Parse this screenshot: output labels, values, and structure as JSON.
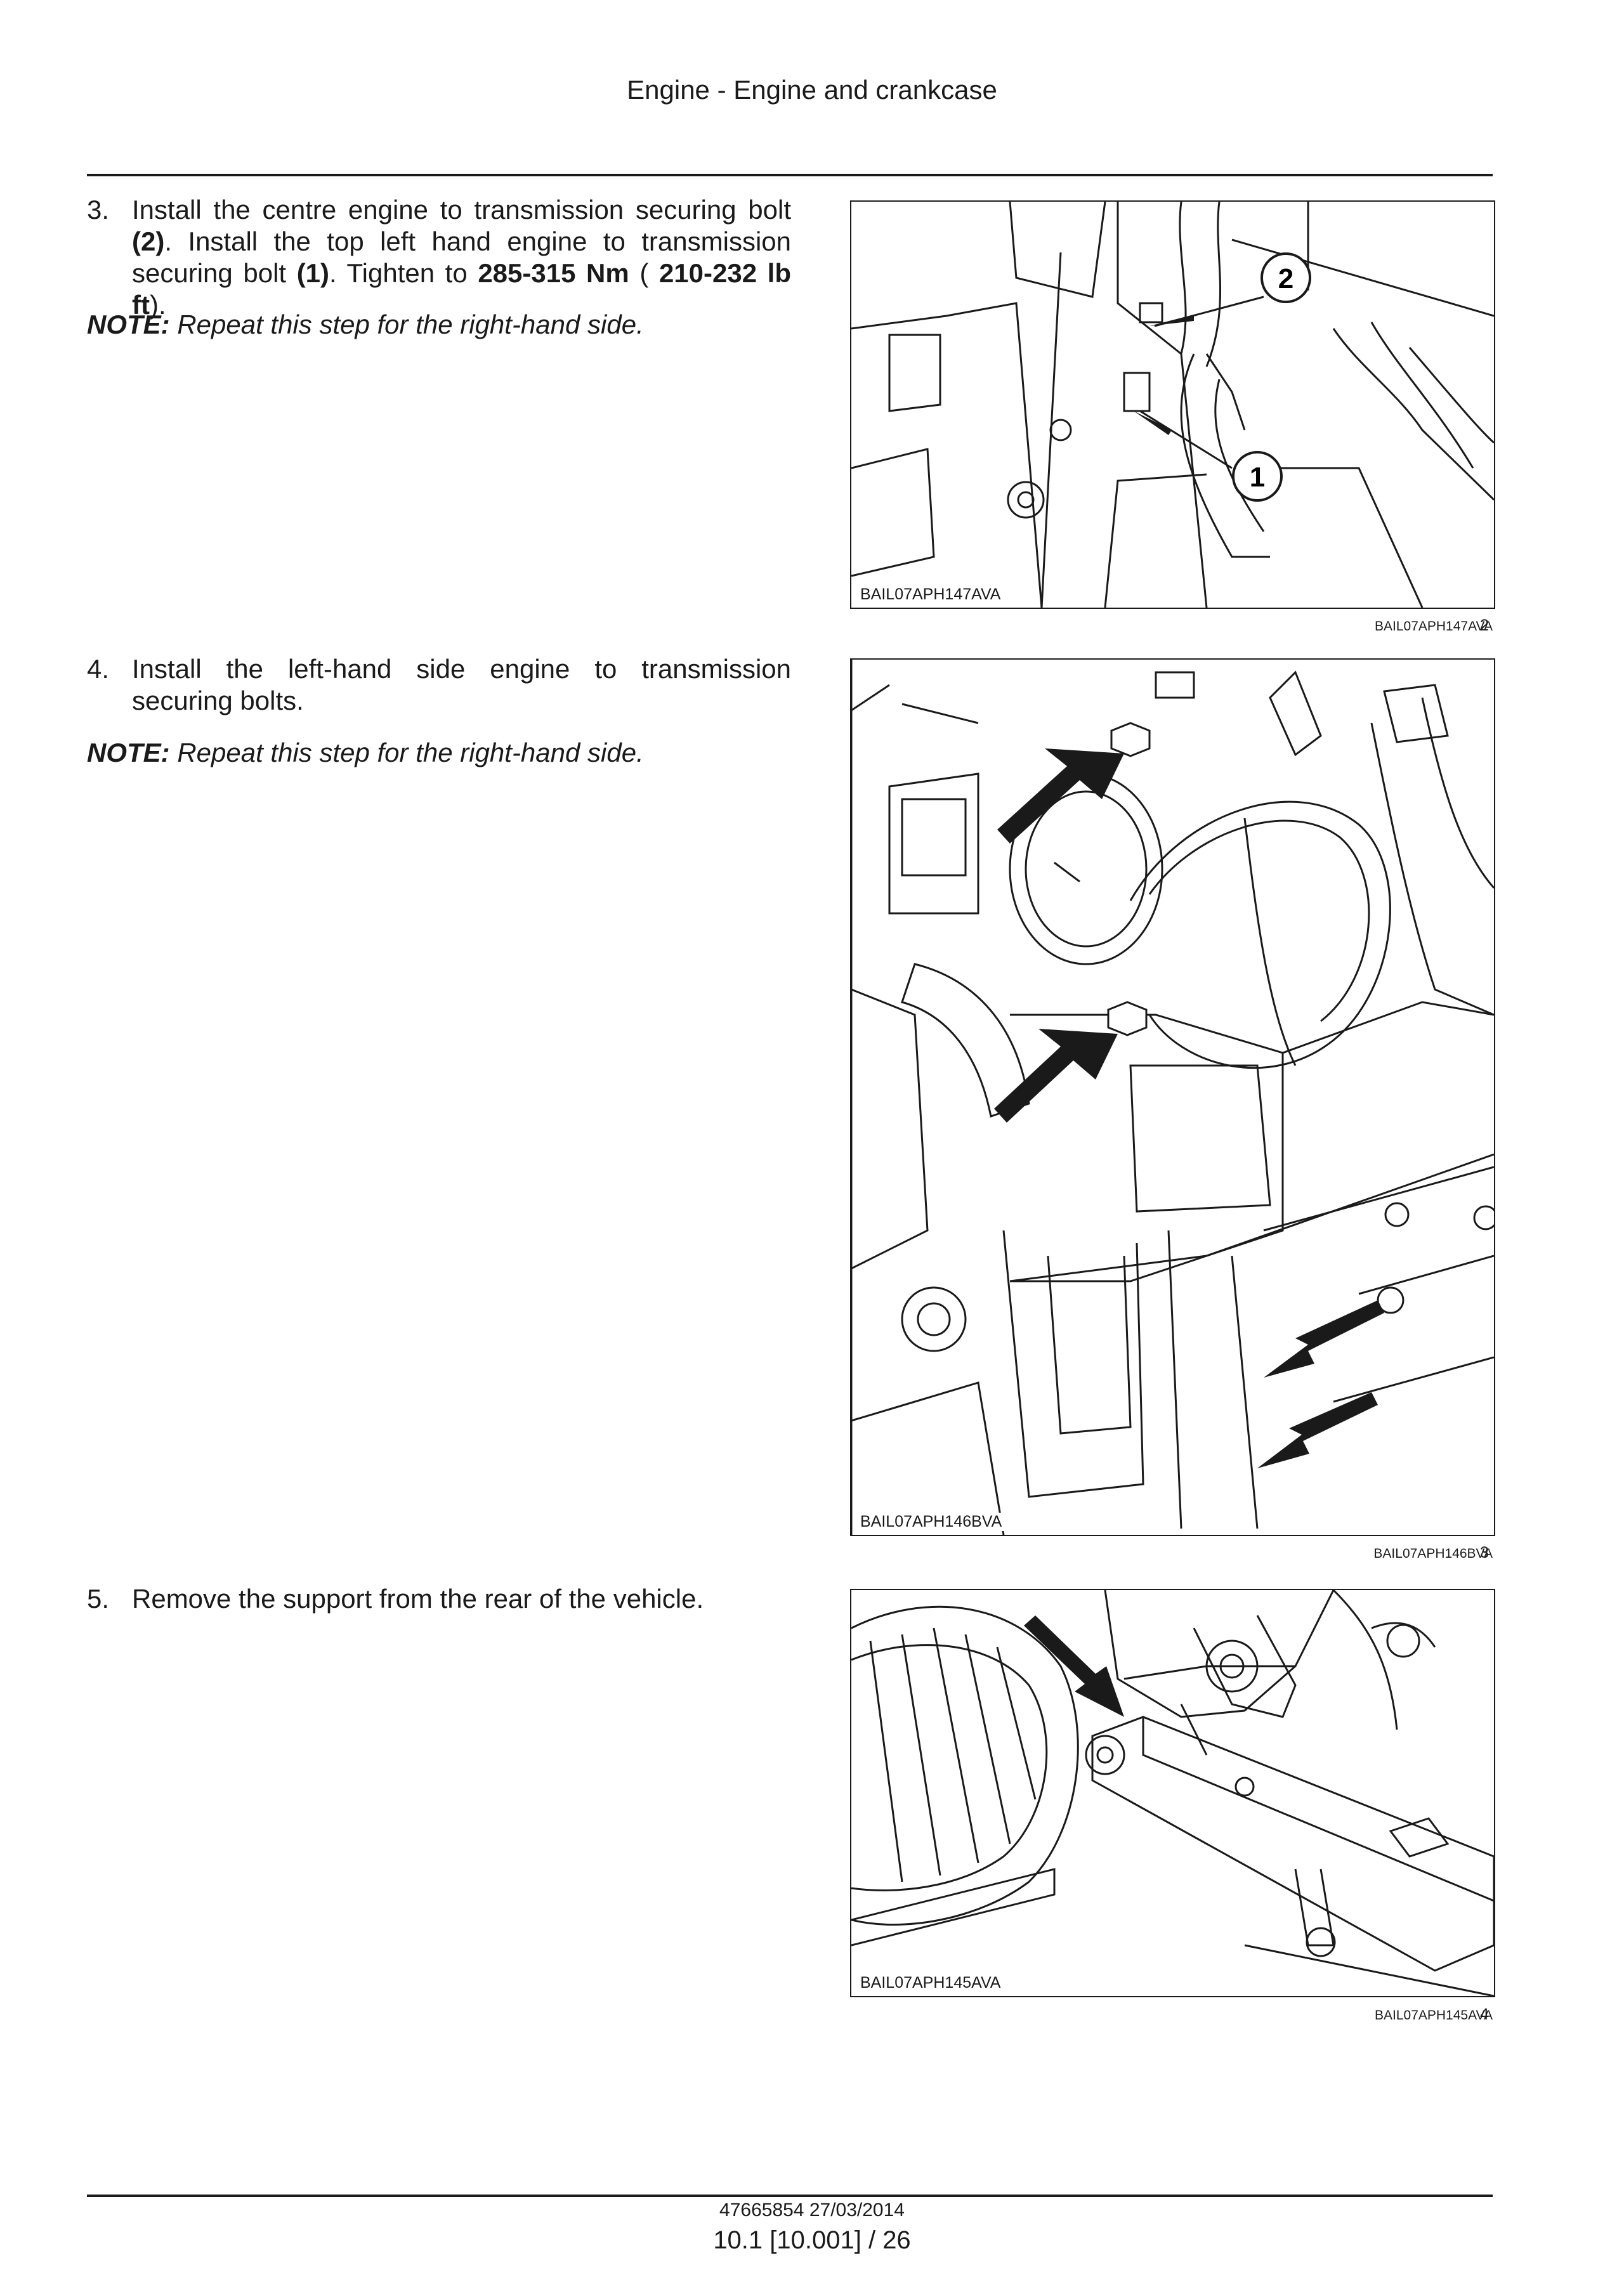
{
  "header": {
    "title": "Engine - Engine and crankcase"
  },
  "steps": [
    {
      "number": "3.",
      "text_parts": [
        "Install the centre engine to transmission securing bolt ",
        "(2)",
        ". Install the top left hand engine to transmission securing bolt ",
        "(1)",
        ". Tighten to ",
        "285-315 Nm",
        " ( ",
        "210-232 lb ft",
        ")."
      ],
      "note_label": "NOTE:",
      "note_text": " Repeat this step for the right-hand side."
    },
    {
      "number": "4.",
      "text": "Install the left-hand side engine to transmission securing bolts.",
      "note_label": "NOTE:",
      "note_text": " Repeat this step for the right-hand side."
    },
    {
      "number": "5.",
      "text": "Remove the support from the rear of the vehicle."
    }
  ],
  "figures": [
    {
      "inner_code": "BAIL07APH147AVA",
      "caption_code": "BAIL07APH147AVA",
      "number": "2",
      "callouts": [
        "1",
        "2"
      ]
    },
    {
      "inner_code": "BAIL07APH146BVA",
      "caption_code": "BAIL07APH146BVA",
      "number": "3"
    },
    {
      "inner_code": "BAIL07APH145AVA",
      "caption_code": "BAIL07APH145AVA",
      "number": "4"
    }
  ],
  "footer": {
    "doc_code": "47665854 27/03/2014",
    "page": "10.1 [10.001] / 26"
  }
}
